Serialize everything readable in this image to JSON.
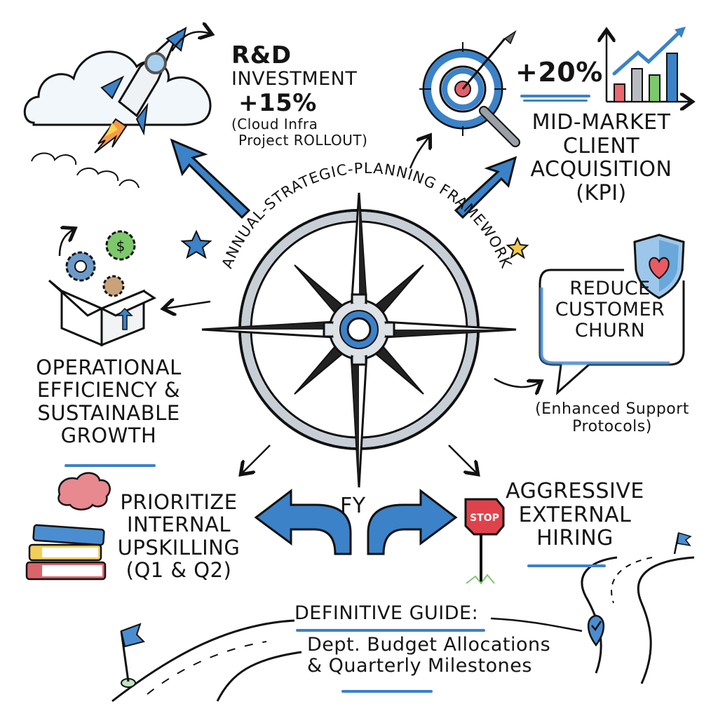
{
  "title": {
    "arc_text": "ANNUAL-STRATEGIC-PLANNING FRAMEWORK",
    "center_label": "FY"
  },
  "nodes": {
    "rd": {
      "heading_1": "R&D",
      "heading_2": "INVESTMENT",
      "value": "+15%",
      "note_1": "(Cloud Infra",
      "note_2": "Project ROLLOUT)",
      "icon": "rocket-icon"
    },
    "acquisition": {
      "value": "+20%",
      "line_1": "MID-MARKET",
      "line_2": "CLIENT",
      "line_3": "ACQUISITION",
      "line_4": "(KPI)",
      "icon": "target-icon",
      "chart_icon": "bar-chart-icon"
    },
    "churn": {
      "line_1": "REDUCE",
      "line_2": "CUSTOMER",
      "line_3": "CHURN",
      "note_1": "(Enhanced Support",
      "note_2": "Protocols)",
      "icon": "shield-heart-icon"
    },
    "efficiency": {
      "line_1": "OPERATIONAL",
      "line_2": "EFFICIENCY &",
      "line_3": "SUSTAINABLE",
      "line_4": "GROWTH",
      "icon": "gear-box-icon"
    },
    "upskilling": {
      "line_1": "PRIORITIZE",
      "line_2": "INTERNAL",
      "line_3": "UPSKILLING",
      "line_4": "(Q1 & Q2)",
      "icon": "brain-books-icon"
    },
    "hiring": {
      "line_1": "AGGRESSIVE",
      "line_2": "EXTERNAL",
      "line_3": "HIRING",
      "sign_text": "STOP",
      "icon": "stop-sign-icon"
    }
  },
  "footer": {
    "heading": "DEFINITIVE GUIDE:",
    "line_1": "Dept. Budget Allocations",
    "line_2": "& Quarterly Milestones"
  },
  "colors": {
    "accent_blue": "#3b82c8",
    "light_blue": "#9cc7ea",
    "stop_red": "#e0424b",
    "star_yellow": "#f2c94c",
    "gear_green": "#7cc86b",
    "gear_tan": "#c9a27a",
    "brain_pink": "#e8888f",
    "book_red": "#d9656a",
    "book_yellow": "#f2cf5b",
    "bar_gray": "#b8bcc2"
  }
}
